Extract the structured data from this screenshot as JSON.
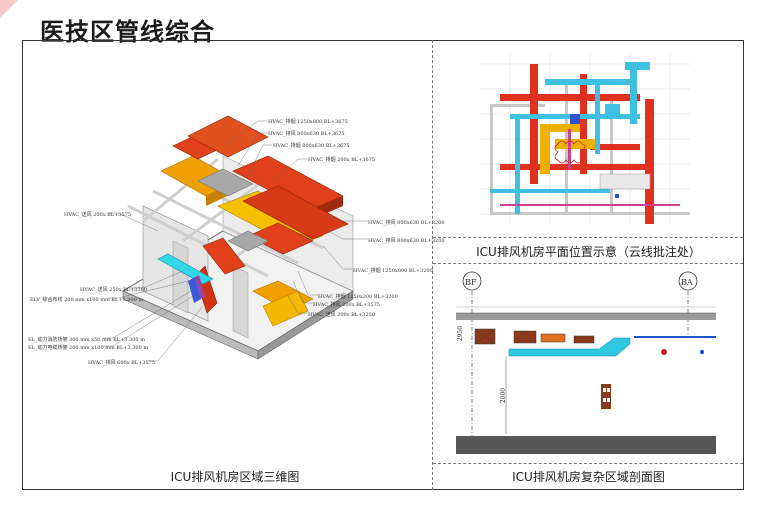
{
  "title": "医技区管线综合",
  "captions": {
    "view_3d": "ICU排风机房区域三维图",
    "plan": "ICU排风机房平面位置示意（云线批注处）",
    "section": "ICU排风机房复杂区域剖面图"
  },
  "labels_3d": {
    "r1": "HVAC_排烟 1250x800 BL+3675",
    "r2": "HVAC_排风 800x630 BL+3675",
    "r3": "HVAC_排烟 800x630 BL+3675",
    "r4": "HVAC_排烟 200x BL+3675",
    "r5": "HVAC_排风 800x630 BL+3200",
    "r6": "HVAC_排风 800x630 BL+3200",
    "r7": "HVAC_排烟 1250x800 BL+3200",
    "r8": "HVAC_排烟 1250x200 BL+3200",
    "r9": "HVAC_排风 200x BL+3575",
    "r10": "HVAC_送风 200x BL+3250",
    "l1": "HVAC_送风 200x BL+3575",
    "l2": "HVAC_送风 250x BL+3700",
    "l3": "ELV_综合布线 200 mm x100 mm BL+3.800 m",
    "l4": "EL_动力消防桥架 300 mm x50 mm BL+3.300 m",
    "l5": "EL_动力电缆桥架 200 mm x100 mm BL+3.300 m",
    "l6": "HVAC_排风 600x BL+3575"
  },
  "section": {
    "axis_left": "BF",
    "axis_right": "BA",
    "dim_top": "2950",
    "dim_mid": "2000"
  },
  "colors": {
    "duct_red": "#e0401a",
    "duct_orange": "#f0a000",
    "duct_cyan": "#30c8e0",
    "duct_blue": "#1c55c8",
    "slab_gray": "#9a9a9a",
    "brown": "#8a3a1a"
  }
}
